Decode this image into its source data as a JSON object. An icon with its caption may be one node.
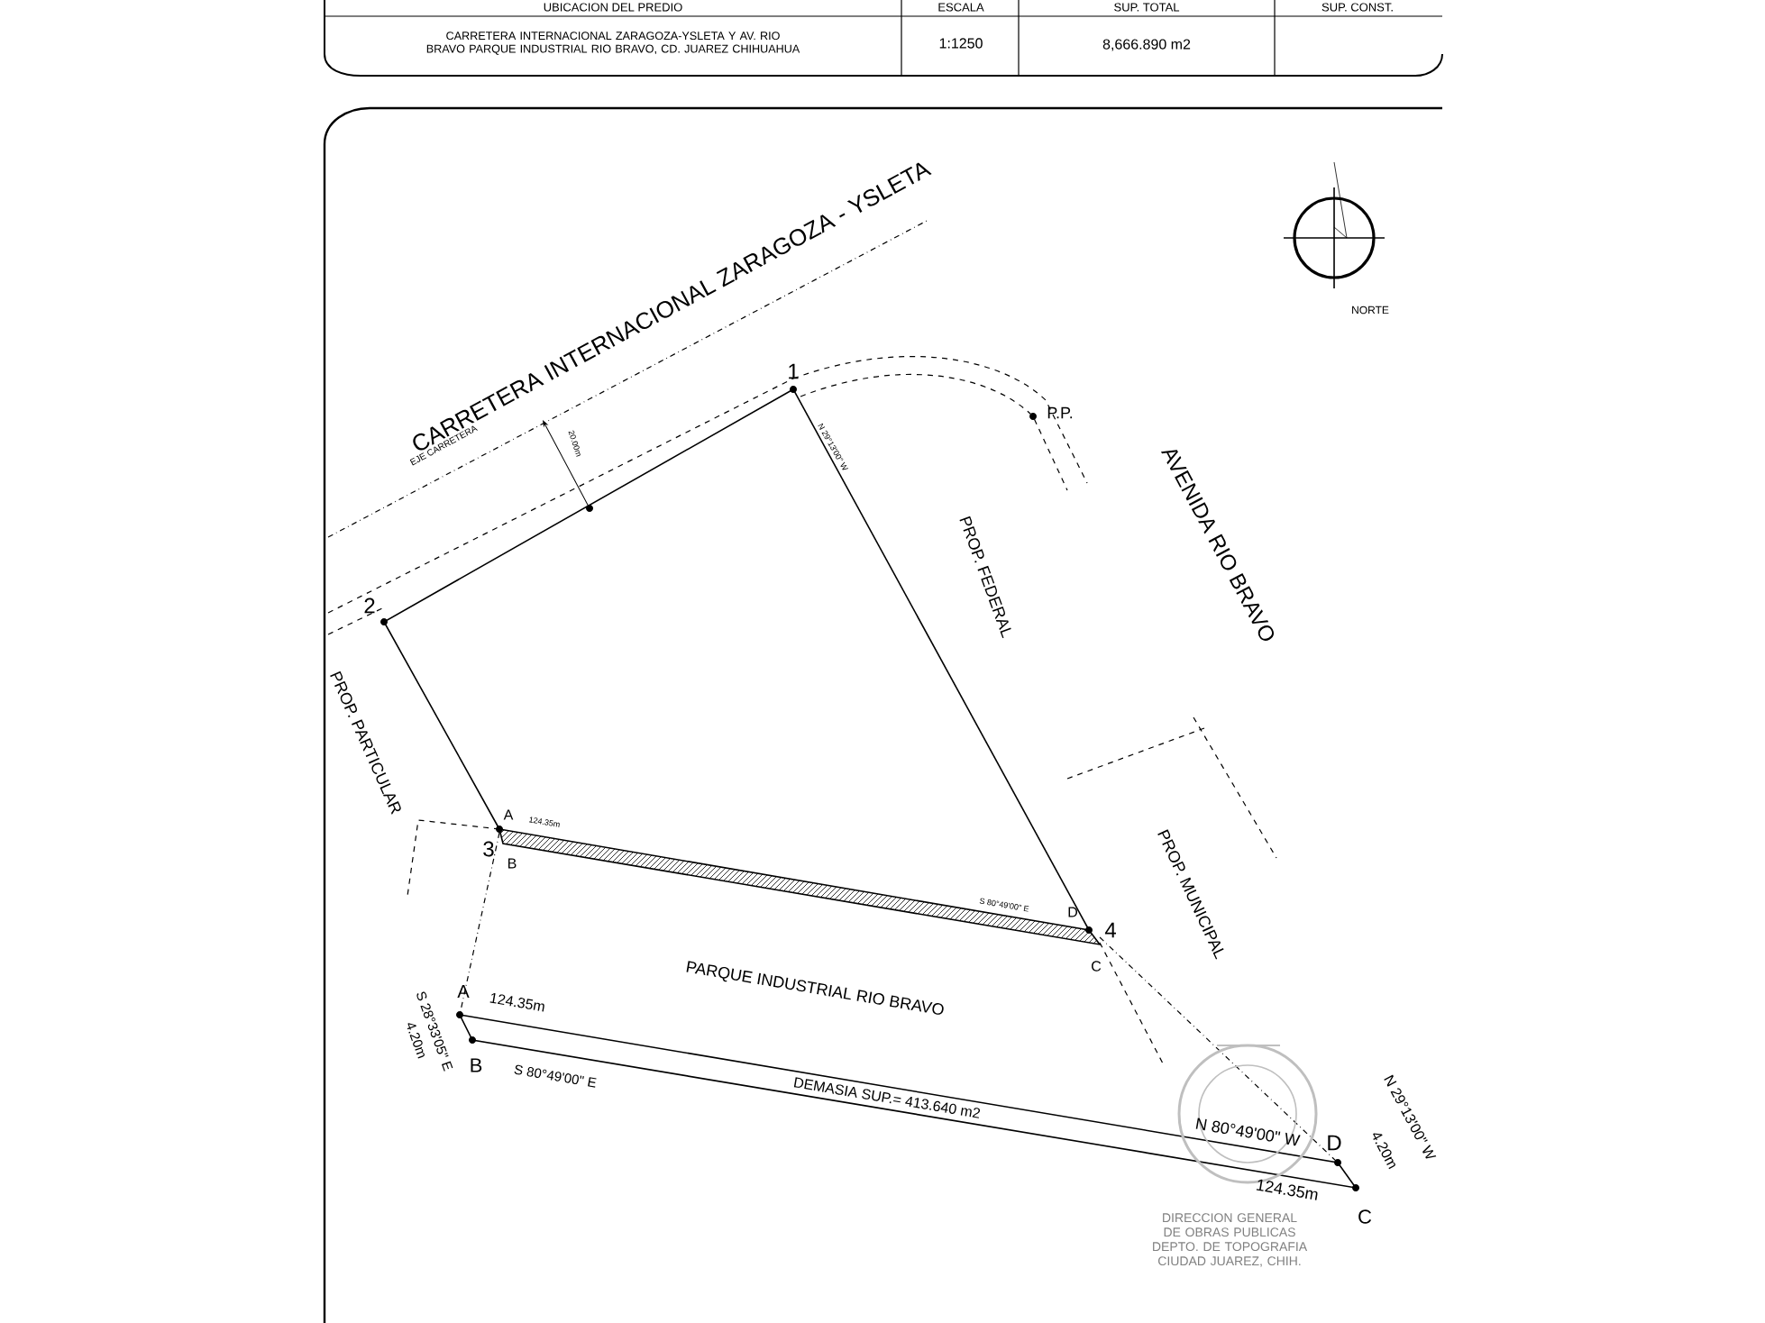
{
  "diagram": {
    "labels": [
      "UBICACION DEL PREDIO",
      "ESCALA",
      "SUP. TOTAL",
      "SUP. CONST.",
      "CARRETERA INTERNACIONAL ZARAGOZA-YSLETA Y AV. RIO BRAVO PARQUE INDUSTRIAL RIO BRAVO, CD. JUAREZ CHIHUAHUA",
      "1:1250",
      "8,666.890 m2",
      "CARRETERA INTERNACIONAL ZARAGOZA - YSLETA",
      "EJE CARRETERA",
      "20.00m",
      "1",
      "2",
      "P.P.",
      "AVENIDA RIO BRAVO",
      "PROP. FEDERAL",
      "N 29°13'00\" W",
      "PROP. PARTICULAR",
      "3",
      "A",
      "124.35m",
      "B",
      "S 80°49'00\" E",
      "D",
      "4",
      "C",
      "PROP. MUNICIPAL",
      "PARQUE INDUSTRIAL RIO BRAVO",
      "A",
      "124.35m",
      "S 28°33'05\" E",
      "4.20m",
      "B",
      "S 80°49'00\" E",
      "DEMASIA SUP.= 413.640 m2",
      "N 80°49'00\" W",
      "D",
      "124.35m",
      "C",
      "N 29°13'00\" W",
      "4.20m",
      "DIRECCION GENERAL DE OBRAS PUBLICAS DEPTO. DE TOPOGRAFIA CIUDAD JUAREZ, CHIH.",
      "NORTE"
    ]
  }
}
